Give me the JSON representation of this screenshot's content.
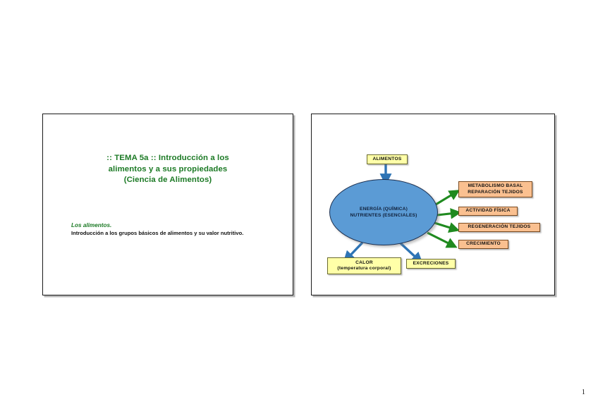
{
  "document": {
    "page_number": "1"
  },
  "slide_left": {
    "title_lines": [
      ":: TEMA 5a :: Introducción a los",
      "alimentos y a sus propiedades",
      "(Ciencia de Alimentos)"
    ],
    "subtitle_heading": "Los alimentos.",
    "subtitle_text": "Introducción a los grupos básicos de alimentos y su  valor nutritivo.",
    "title_color": "#1c7a25"
  },
  "slide_right": {
    "diagram": {
      "input_node": {
        "label": "ALIMENTOS",
        "fill": "#ffffa8",
        "border": "#6b6b2e"
      },
      "center_node": {
        "line1": "ENERGÍA (QUÍMICA)",
        "line2": "NUTRIENTES (ESENCIALES)",
        "fill": "#5b9bd5",
        "border": "#1d3050"
      },
      "output_nodes_green": [
        {
          "line1": "METABOLISMO BASAL",
          "line2": "REPARACIÓN  TEJIDOS"
        },
        {
          "line1": "ACTIVIDAD FÍSICA",
          "line2": ""
        },
        {
          "line1": "REGENERACIÓN TEJIDOS",
          "line2": ""
        },
        {
          "line1": "CRECIMIENTO",
          "line2": ""
        }
      ],
      "output_nodes_blue": [
        {
          "line1": "CALOR",
          "line2": "(temperatura corporal)"
        },
        {
          "line1": "EXCRECIONES",
          "line2": ""
        }
      ],
      "orange_fill": "#fac090",
      "orange_border": "#7a4a20",
      "green_arrow_color": "#1f8a1f",
      "blue_arrow_color": "#2e74b5"
    }
  }
}
